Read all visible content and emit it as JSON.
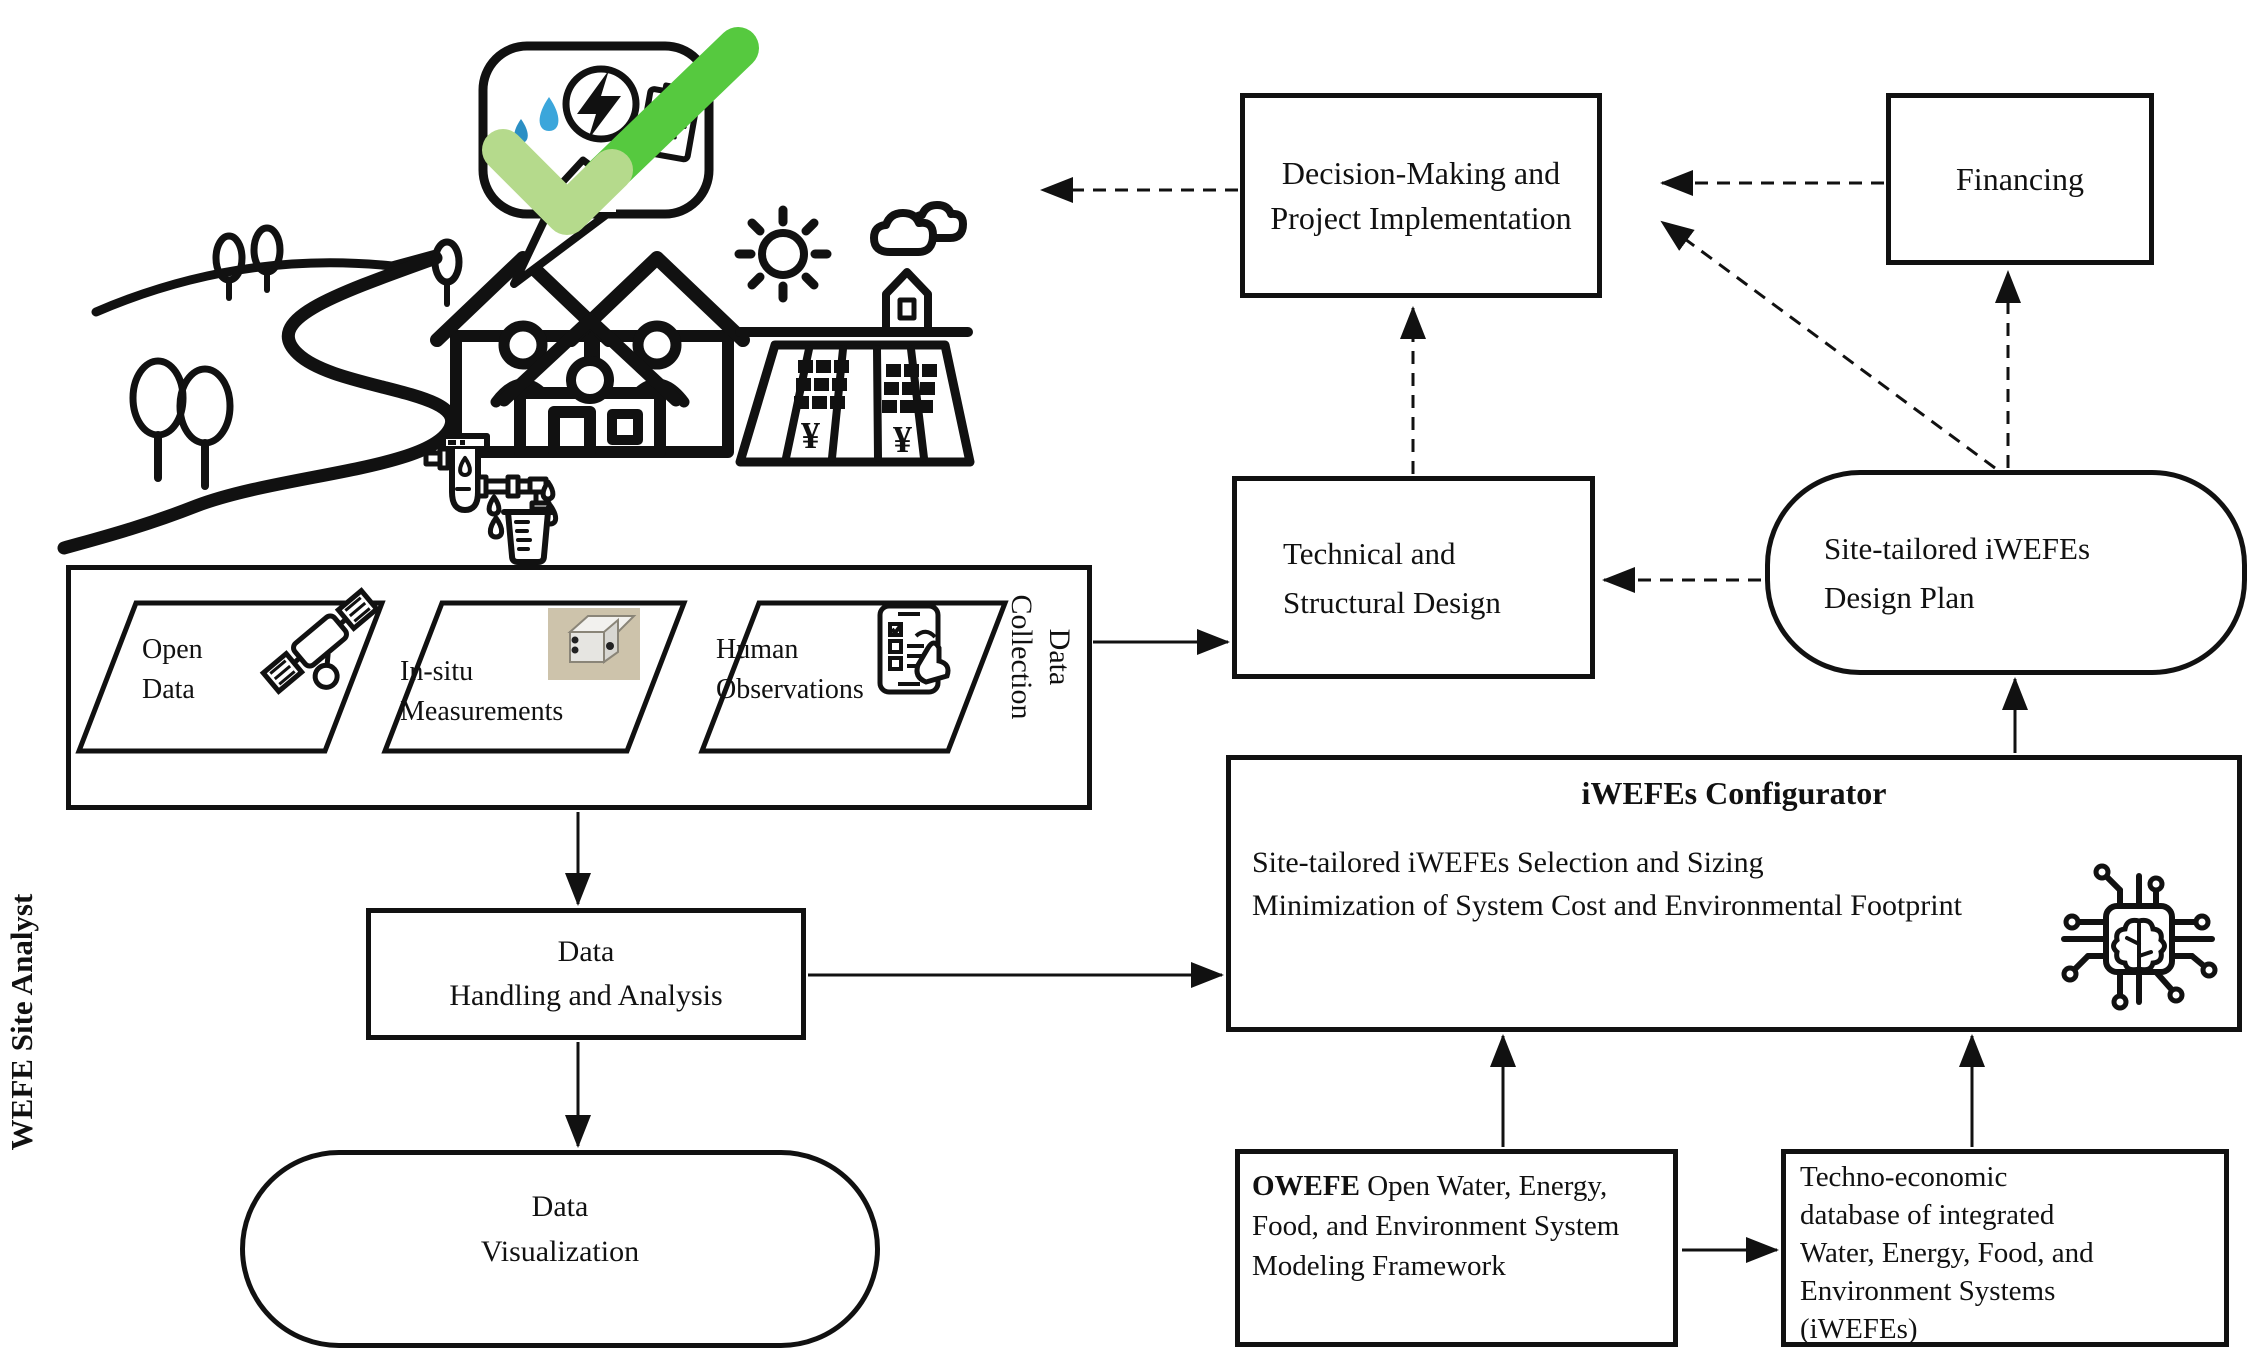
{
  "page": {
    "background": "#ffffff",
    "ink_color": "#111111",
    "actor_label": "WEFE Site Analyst"
  },
  "illustration": {
    "description": "village scene with speech bubble and green checkmark",
    "check_color_light": "#b5da8c",
    "check_color_bright": "#56c93f",
    "water_drop_light": "#3ba6db",
    "water_drop_dark": "#2b8fc4",
    "photo_background": "#cdc3ab",
    "field_plant_symbol": "¥",
    "bubble_icons": [
      "water-drop",
      "lightning",
      "clipboard",
      "excavator"
    ]
  },
  "nodes": {
    "decision": {
      "label": "Decision-Making and\nProject Implementation"
    },
    "financing": {
      "label": "Financing"
    },
    "technical": {
      "label": "Technical and\nStructural Design"
    },
    "design_plan": {
      "label": "Site-tailored  iWEFEs\nDesign Plan"
    },
    "configurator": {
      "title": "iWEFEs Configurator",
      "line1": "Site-tailored iWEFEs Selection and Sizing",
      "line2": "Minimization of System Cost and Environmental Footprint"
    },
    "data_collection": {
      "label": "Data\nCollection",
      "items": [
        {
          "label": "Open\nData",
          "icon": "satellite-icon"
        },
        {
          "label": "In-situ\nMeasurements",
          "icon": "sensor-photo"
        },
        {
          "label": "Human\nObservations",
          "icon": "smartphone-checklist-icon"
        }
      ]
    },
    "data_handling": {
      "label": "Data\nHandling and Analysis"
    },
    "data_visualization": {
      "label": "Data\nVisualization"
    },
    "owefe": {
      "acronym": "OWEFE",
      "rest": " Open Water, Energy,\nFood, and Environment System\nModeling Framework"
    },
    "techno_db": {
      "label": "Techno-economic\ndatabase of integrated\nWater, Energy, Food, and\nEnvironment Systems\n(iWEFEs)"
    }
  },
  "edges": [
    {
      "from": "financing",
      "to": "decision",
      "style": "dashed"
    },
    {
      "from": "decision",
      "to": "village-illustration",
      "style": "dashed"
    },
    {
      "from": "design_plan",
      "to": "decision",
      "style": "dashed"
    },
    {
      "from": "design_plan",
      "to": "financing",
      "style": "dashed"
    },
    {
      "from": "technical",
      "to": "decision",
      "style": "dashed"
    },
    {
      "from": "design_plan",
      "to": "technical",
      "style": "dashed"
    },
    {
      "from": "data_collection",
      "to": "technical",
      "style": "solid"
    },
    {
      "from": "data_collection",
      "to": "data_handling",
      "style": "solid"
    },
    {
      "from": "data_handling",
      "to": "configurator",
      "style": "solid"
    },
    {
      "from": "data_handling",
      "to": "data_visualization",
      "style": "solid"
    },
    {
      "from": "configurator",
      "to": "design_plan",
      "style": "solid"
    },
    {
      "from": "owefe",
      "to": "configurator",
      "style": "solid"
    },
    {
      "from": "techno_db",
      "to": "configurator",
      "style": "solid"
    },
    {
      "from": "owefe",
      "to": "techno_db",
      "style": "solid"
    }
  ]
}
